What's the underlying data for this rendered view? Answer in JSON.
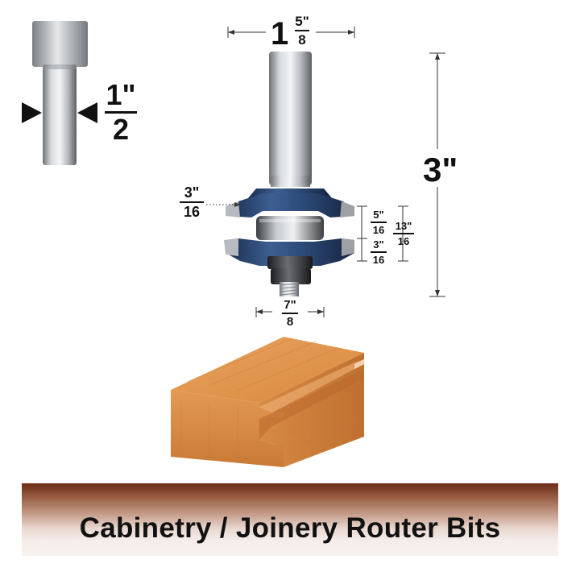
{
  "banner": {
    "title": "Cabinetry / Joinery Router Bits"
  },
  "dimensions": {
    "shank": {
      "num": "1\"",
      "den": "2"
    },
    "overall_diameter": {
      "whole": "1",
      "num": "5\"",
      "den": "8"
    },
    "overall_length": {
      "text": "3\""
    },
    "cutter_offset": {
      "num": "3\"",
      "den": "16"
    },
    "upper_cut": {
      "num": "5\"",
      "den": "16"
    },
    "lower_cut": {
      "num": "3\"",
      "den": "16"
    },
    "total_cut": {
      "num": "13\"",
      "den": "16"
    },
    "pilot": {
      "num": "7\"",
      "den": "8"
    }
  },
  "colors": {
    "shank_steel": "#c9ccd0",
    "cutter_blue": "#2a4670",
    "wood": "#d9883e",
    "banner_dark": "#6a2d16"
  }
}
